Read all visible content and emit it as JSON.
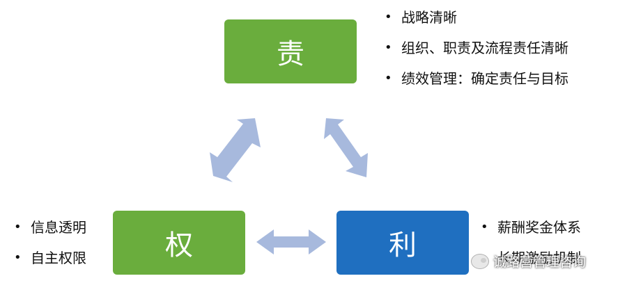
{
  "nodes": {
    "ze": {
      "label": "责",
      "color": "#6aad3d"
    },
    "quan": {
      "label": "权",
      "color": "#6aad3d"
    },
    "li": {
      "label": "利",
      "color": "#1f6fc0"
    }
  },
  "bullets": {
    "ze": [
      "战略清晰",
      "组织、职责及流程责任清晰",
      "绩效管理：确定责任与目标"
    ],
    "quan": [
      "信息透明",
      "自主权限"
    ],
    "li": [
      "薪酬奖金体系",
      "长期激励机制"
    ]
  },
  "arrow_color": "#a7b9dd",
  "watermark": {
    "text": "诚路营管理咨询",
    "icon": "wechat-icon"
  }
}
